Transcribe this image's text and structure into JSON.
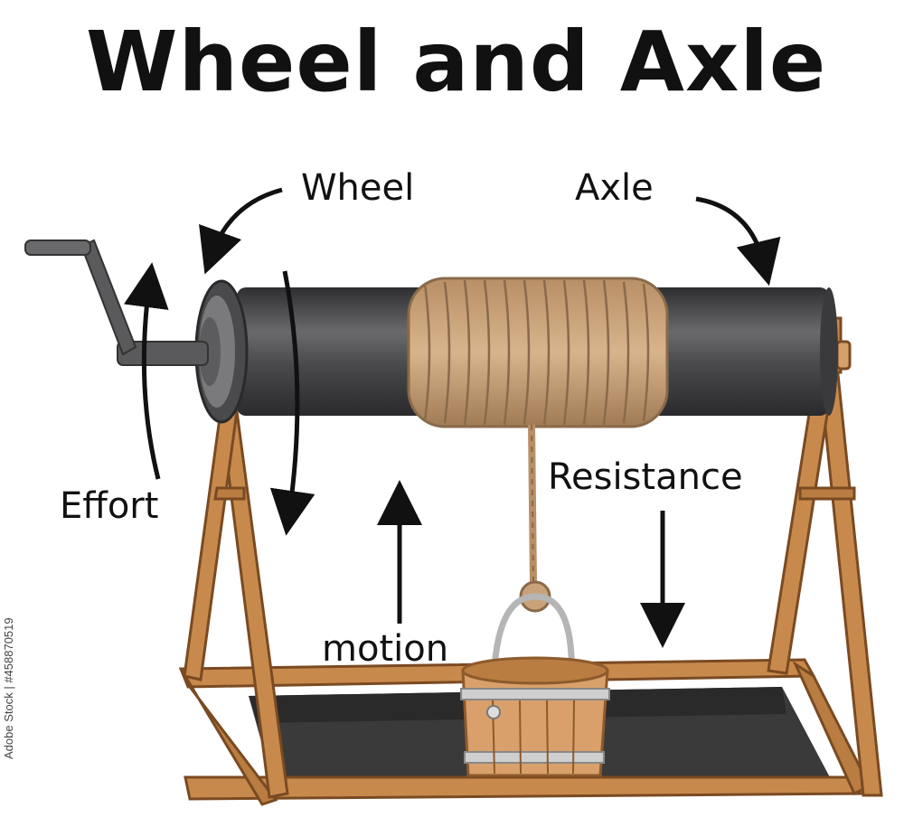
{
  "title": "Wheel and Axle",
  "labels": {
    "wheel": "Wheel",
    "axle": "Axle",
    "effort": "Effort",
    "resistance": "Resistance",
    "motion": "motion"
  },
  "side_text": "Adobe Stock | #458870519",
  "colors": {
    "axle_dark": "#3d3d3f",
    "axle_mid": "#5a5a5c",
    "rope": "#c9a27a",
    "rope_dark": "#8a6a4a",
    "wood": "#c88a4c",
    "wood_dark": "#8d5a2b",
    "bucket_wood": "#d9a06b",
    "metal": "#b5b5b5",
    "pit": "#3a3a3a"
  },
  "icons": [
    "crank-handle-icon",
    "bucket-icon",
    "arrow-icon"
  ]
}
